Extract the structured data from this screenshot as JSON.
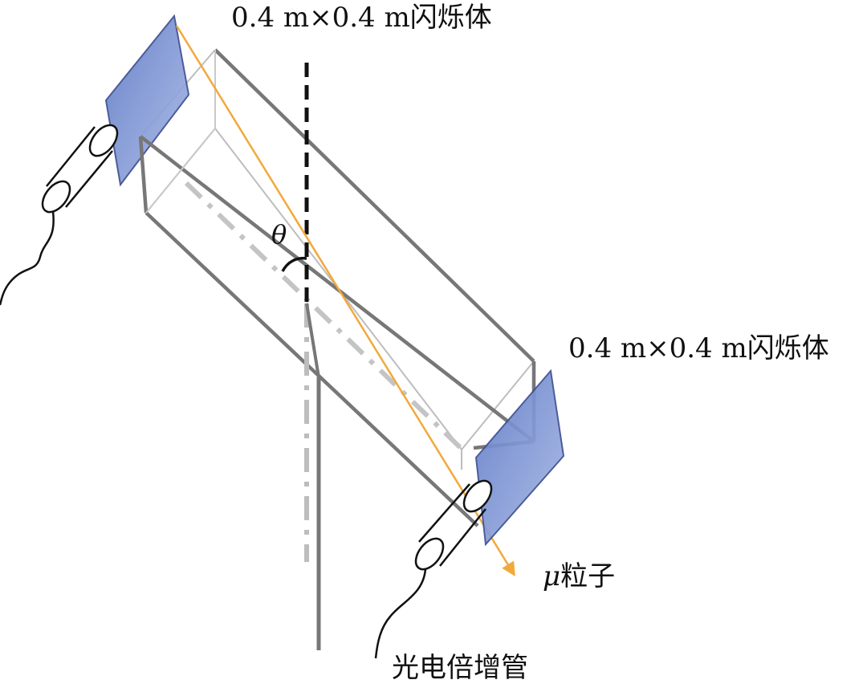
{
  "labels": {
    "scintillator_top": "0.4 m×0.4 m闪烁体",
    "scintillator_bottom": "0.4 m×0.4 m闪烁体",
    "muon_symbol": "μ",
    "muon_text": "粒子",
    "pmt": "光电倍增管",
    "angle": "θ"
  },
  "colors": {
    "muon_track": "#f2a93b",
    "scintillator_fill": "#7f96d4",
    "scintillator_edge": "#3d4f8f",
    "frame": "#777777",
    "frame_light": "#b9b9b9",
    "axis": "#c4c4c4",
    "vertical": "#111111"
  }
}
